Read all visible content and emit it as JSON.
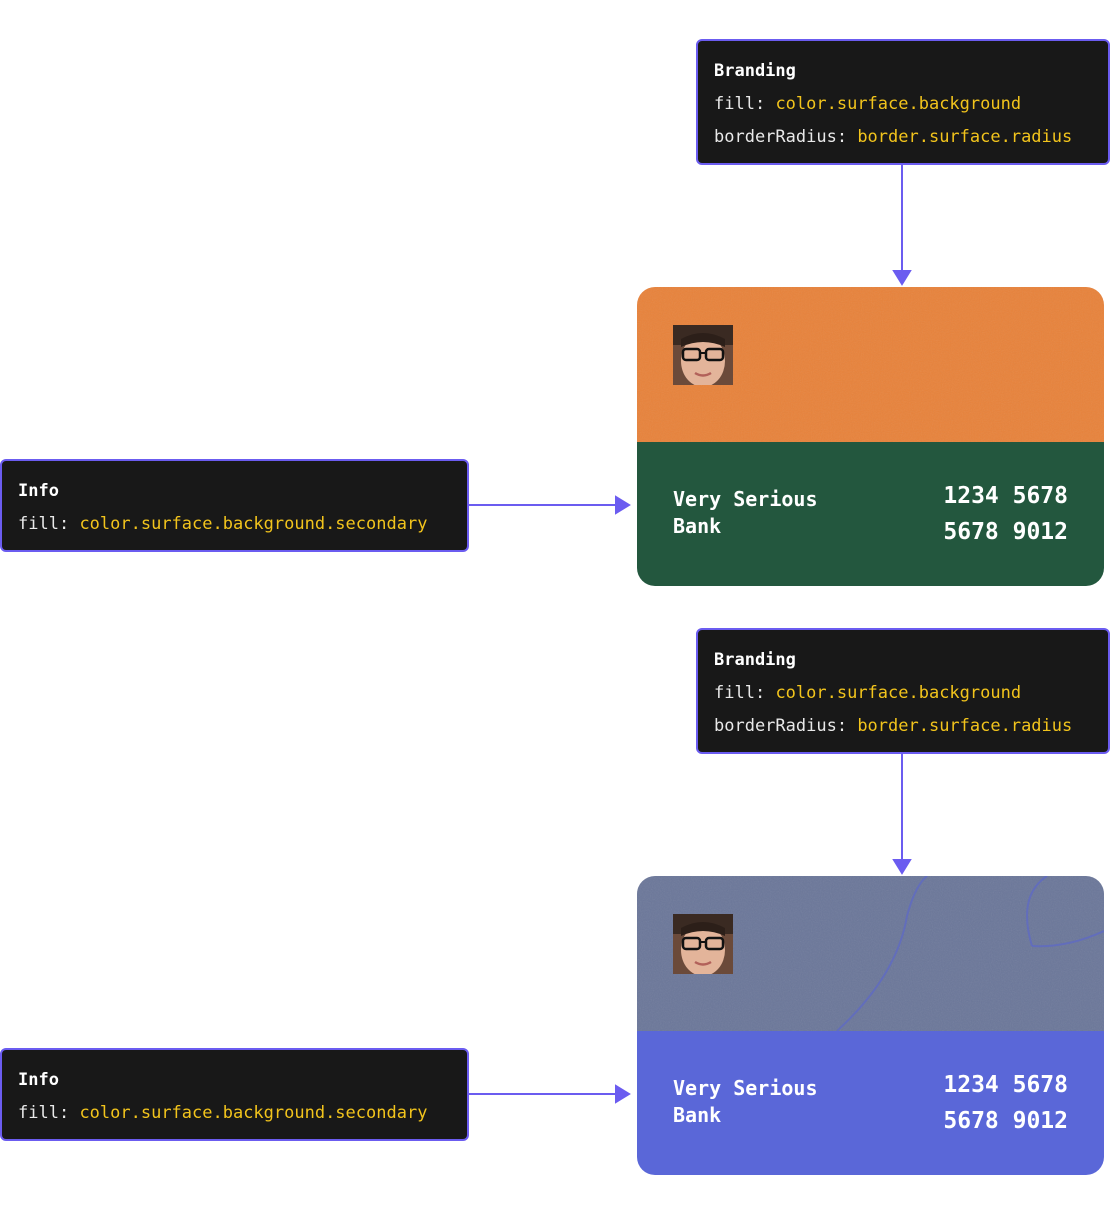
{
  "colors": {
    "annotation_bg": "#181818",
    "annotation_border": "#6b5cf0",
    "token_value": "#f2c41c",
    "connector": "#6b5cf0"
  },
  "examples": [
    {
      "branding_annotation": {
        "title": "Branding",
        "fill_key": "fill:",
        "fill_value": "color.surface.background",
        "radius_key": "borderRadius:",
        "radius_value": "border.surface.radius"
      },
      "info_annotation": {
        "title": "Info",
        "fill_key": "fill:",
        "fill_value": "color.surface.background.secondary"
      },
      "card": {
        "bank_name": "Very Serious Bank",
        "number_line_1": "1234 5678",
        "number_line_2": "5678 9012",
        "branding_color": "#e8823a",
        "info_color": "#23573e",
        "avatar_icon": "face-photo-icon"
      }
    },
    {
      "branding_annotation": {
        "title": "Branding",
        "fill_key": "fill:",
        "fill_value": "color.surface.background",
        "radius_key": "borderRadius:",
        "radius_value": "border.surface.radius"
      },
      "info_annotation": {
        "title": "Info",
        "fill_key": "fill:",
        "fill_value": "color.surface.background.secondary"
      },
      "card": {
        "bank_name": "Very Serious Bank",
        "number_line_1": "1234 5678",
        "number_line_2": "5678 9012",
        "branding_color": "#6a7699",
        "info_color": "#5a67d8",
        "avatar_icon": "face-photo-icon"
      }
    }
  ]
}
